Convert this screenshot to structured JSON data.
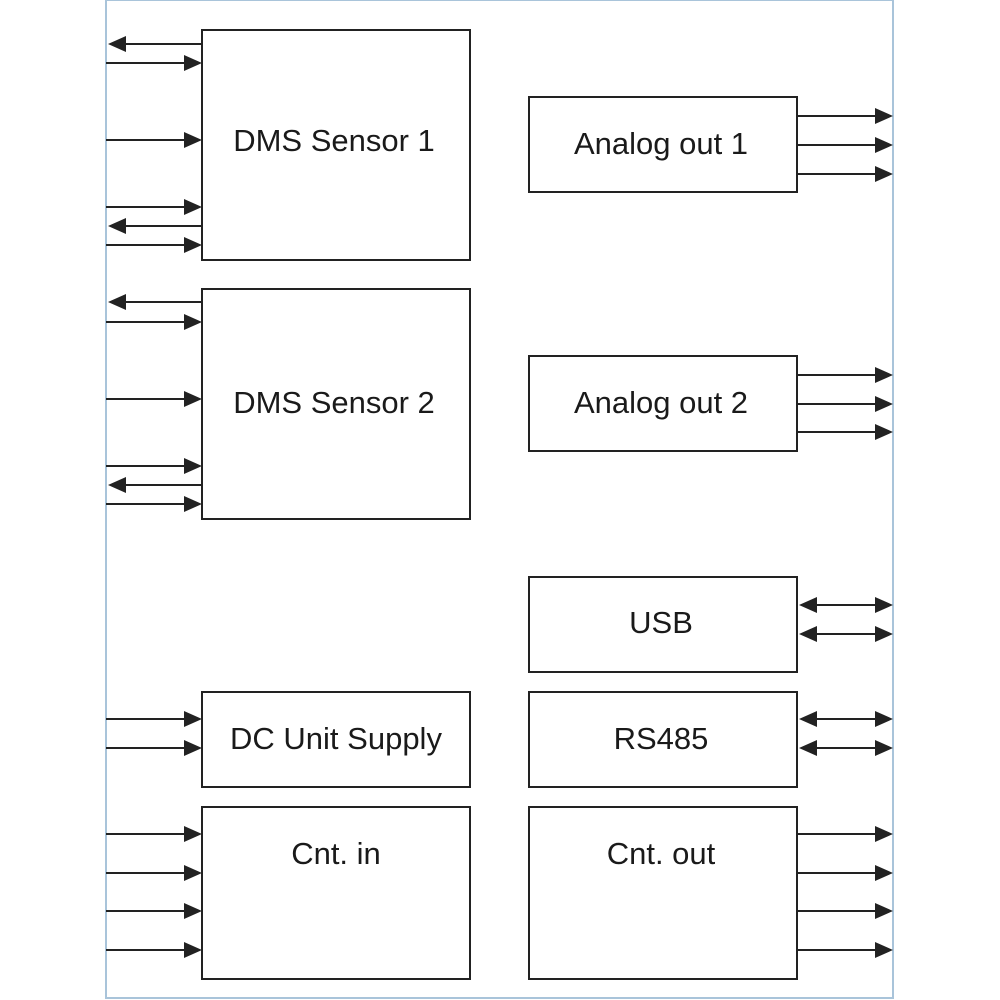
{
  "diagram": {
    "colors": {
      "frame": "#a9c4da",
      "stroke": "#222222",
      "text": "#1a1a1a",
      "background": "#ffffff"
    },
    "blocks": {
      "dms1": {
        "label": "DMS Sensor 1"
      },
      "dms2": {
        "label": "DMS Sensor 2"
      },
      "dc": {
        "label": "DC Unit Supply"
      },
      "cntin": {
        "label": "Cnt. in"
      },
      "aout1": {
        "label": "Analog out 1"
      },
      "aout2": {
        "label": "Analog out 2"
      },
      "usb": {
        "label": "USB"
      },
      "rs485": {
        "label": "RS485"
      },
      "cntout": {
        "label": "Cnt. out"
      }
    }
  }
}
